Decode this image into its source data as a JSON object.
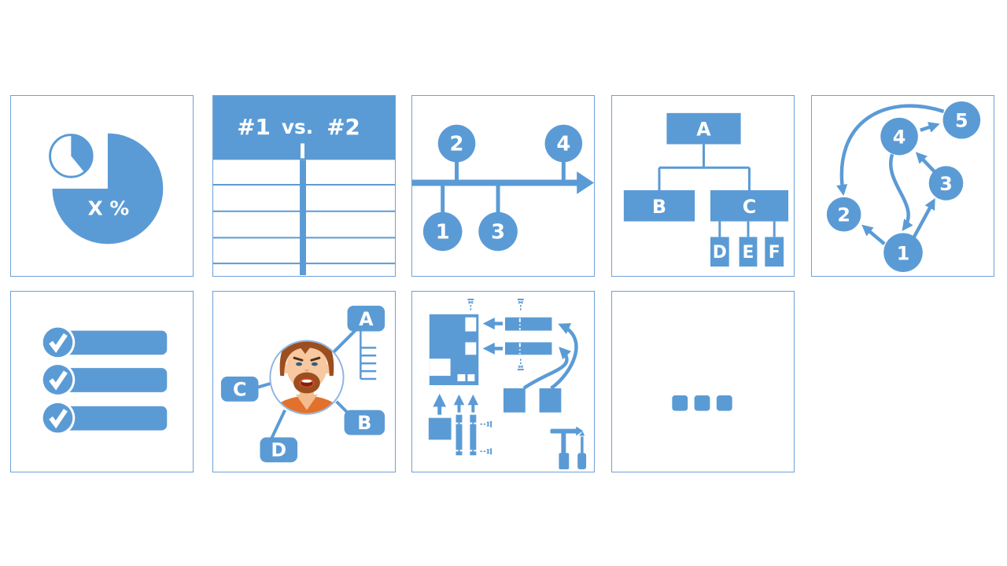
{
  "colors": {
    "accent": "#5b9bd5",
    "tile_border": "#6fa0d6"
  },
  "tiles": {
    "pie_chart": {
      "percent_label": "X %"
    },
    "comparison_table": {
      "header_left": "#1",
      "header_middle": "vs.",
      "header_right": "#2"
    },
    "timeline": {
      "step1": "1",
      "step2": "2",
      "step3": "3",
      "step4": "4"
    },
    "org_chart": {
      "node_a": "A",
      "node_b": "B",
      "node_c": "C",
      "node_d": "D",
      "node_e": "E",
      "node_f": "F"
    },
    "network": {
      "node1": "1",
      "node2": "2",
      "node3": "3",
      "node4": "4",
      "node5": "5"
    },
    "checklist": {
      "item_count": 3
    },
    "mind_map": {
      "node_a": "A",
      "node_b": "B",
      "node_c": "C",
      "node_d": "D"
    },
    "more": {
      "dot_count": 3
    }
  }
}
